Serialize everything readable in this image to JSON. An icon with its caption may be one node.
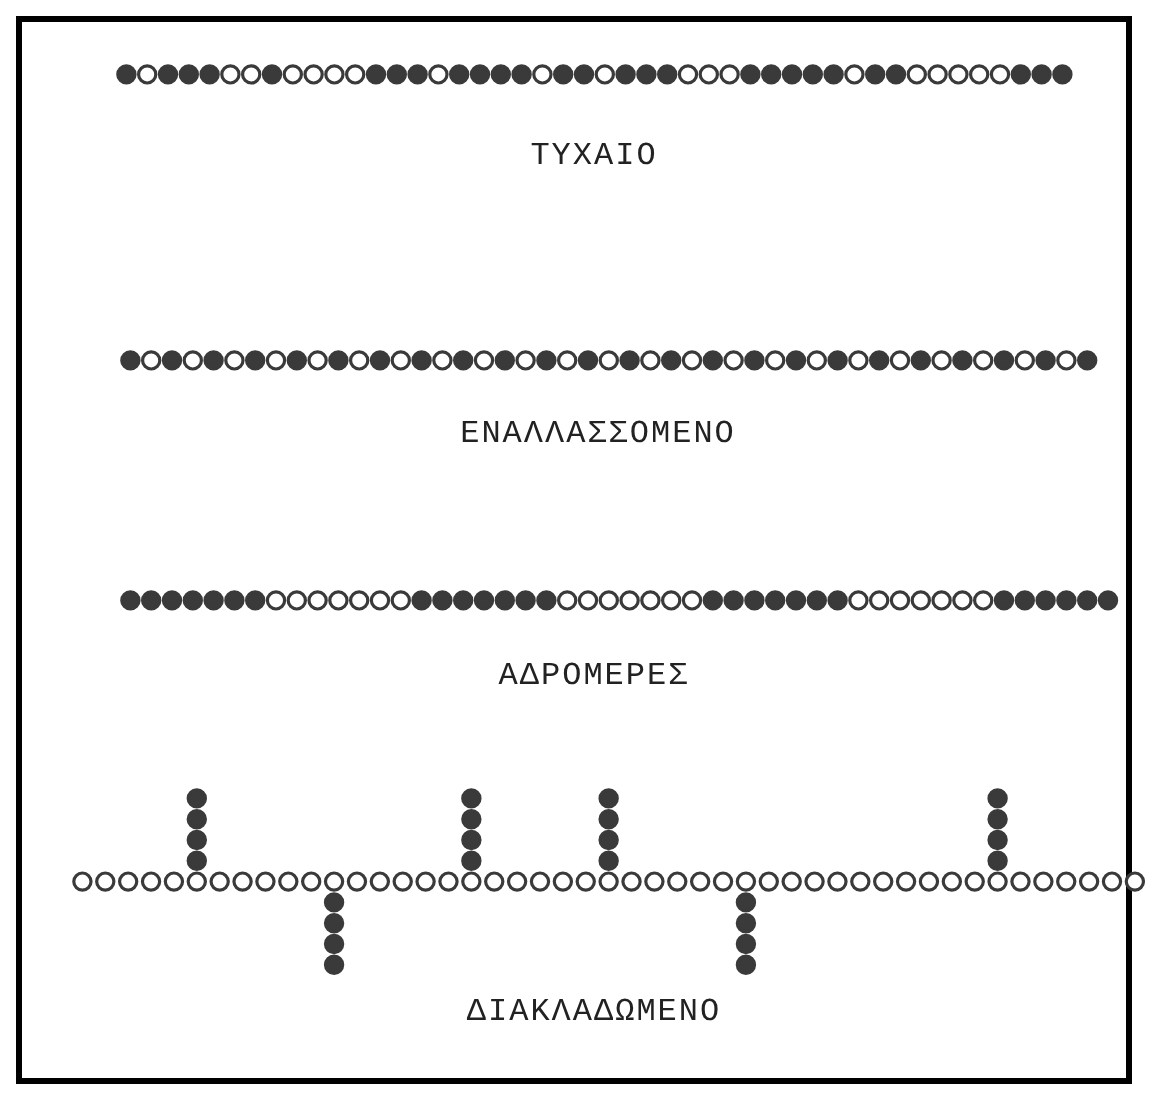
{
  "diagram": {
    "labels": [
      "ΤΥΧΑΙΟ",
      "ΕΝΑΛΛΑΣΣΟΜΕΝΟ",
      "ΑΔΡΟΜΕΡΕΣ",
      "ΔΙΑΚΛΑΔΩΜΕΝΟ"
    ]
  }
}
